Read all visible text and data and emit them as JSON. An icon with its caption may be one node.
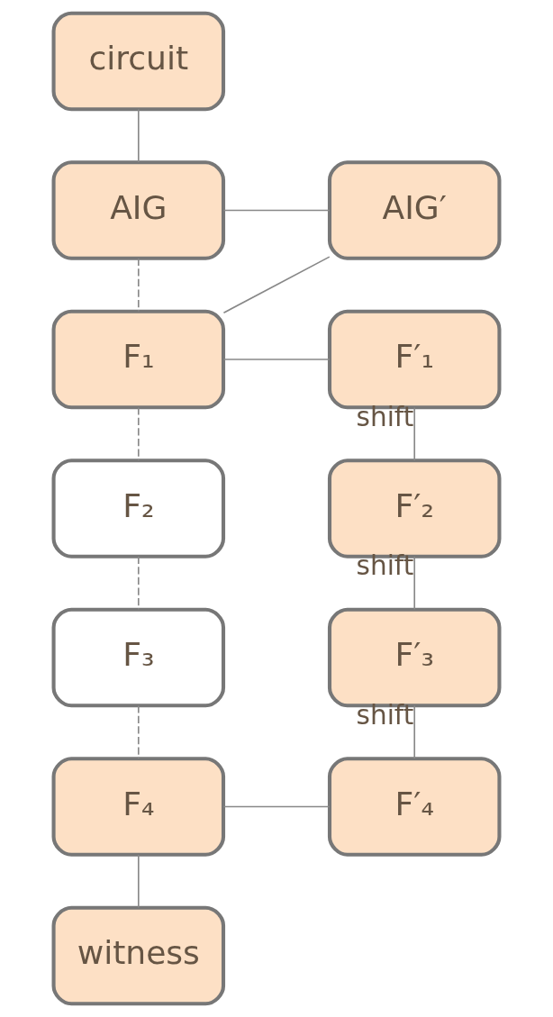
{
  "diagram": {
    "nodes": [
      {
        "text": [
          "circuit"
        ]
      },
      {
        "text": [
          "AIG"
        ]
      },
      {
        "text": [
          "AIG′"
        ]
      },
      {
        "text": [
          "F₁"
        ]
      },
      {
        "text": [
          "F′₁"
        ]
      },
      {
        "text": [
          "F₂"
        ]
      },
      {
        "text": [
          "F′₂"
        ]
      },
      {
        "text": [
          "F₃"
        ]
      },
      {
        "text": [
          "F′₃"
        ]
      },
      {
        "text": [
          "F₄"
        ]
      },
      {
        "text": [
          "F′₄"
        ]
      },
      {
        "text": [
          "witness"
        ]
      }
    ],
    "edges": [
      {
        "from": 0,
        "to": 1,
        "arrow": "none"
      },
      {
        "from": 1,
        "to": 2,
        "arrow": "none"
      },
      {
        "from": 1,
        "to": 3,
        "arrow": "none",
        "style": "dashed"
      },
      {
        "from": 2,
        "to": 3,
        "arrow": "none"
      },
      {
        "from": 3,
        "to": 4,
        "arrow": "none"
      },
      {
        "from": 3,
        "to": 5,
        "arrow": "none",
        "style": "dashed"
      },
      {
        "from": 4,
        "to": 6,
        "arrow": "none",
        "label": "shift"
      },
      {
        "from": 5,
        "to": 7,
        "arrow": "none",
        "style": "dashed"
      },
      {
        "from": 6,
        "to": 8,
        "arrow": "none",
        "label": "shift"
      },
      {
        "from": 7,
        "to": 9,
        "arrow": "none",
        "style": "dashed"
      },
      {
        "from": 8,
        "to": 10,
        "arrow": "none",
        "label": "shift"
      },
      {
        "from": 9,
        "to": 10,
        "arrow": "none"
      },
      {
        "from": 9,
        "to": 11,
        "arrow": "none"
      }
    ]
  }
}
